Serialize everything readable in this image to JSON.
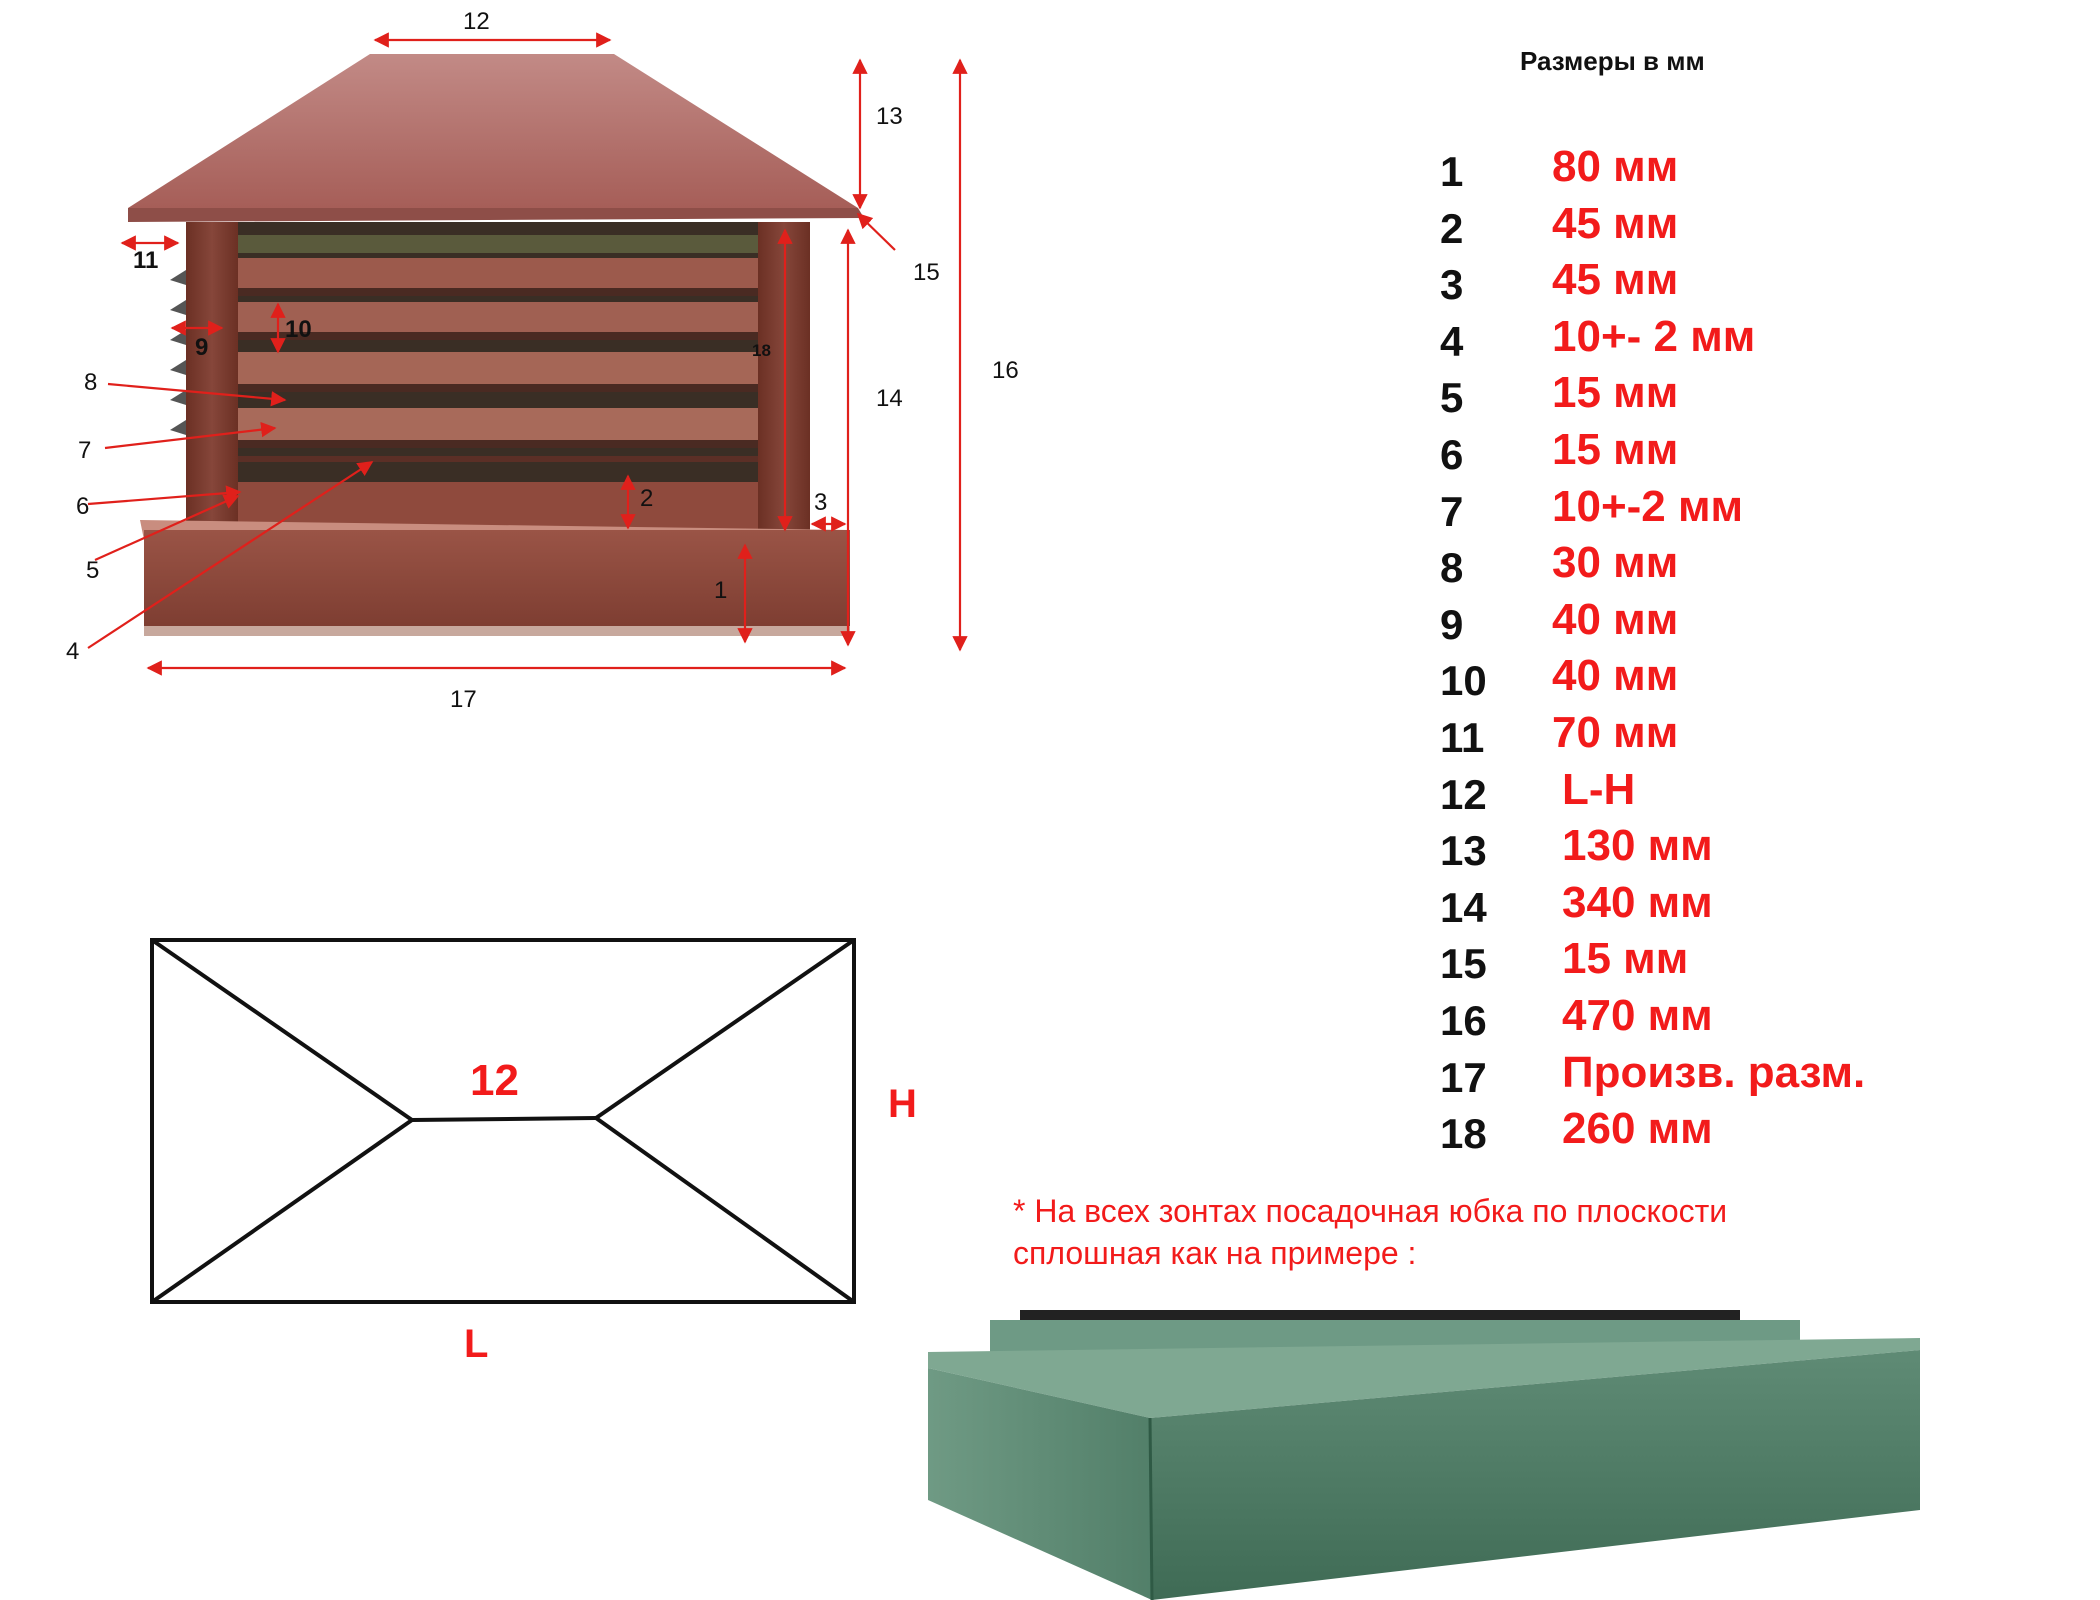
{
  "legend": {
    "heading": "Размеры в мм",
    "rows": [
      {
        "num": "1",
        "value": "80 мм"
      },
      {
        "num": "2",
        "value": "45 мм"
      },
      {
        "num": "3",
        "value": "45 мм"
      },
      {
        "num": "4",
        "value": "10+- 2 мм"
      },
      {
        "num": "5",
        "value": "15 мм"
      },
      {
        "num": "6",
        "value": "15 мм"
      },
      {
        "num": "7",
        "value": "10+-2 мм"
      },
      {
        "num": "8",
        "value": "30 мм"
      },
      {
        "num": "9",
        "value": "40 мм"
      },
      {
        "num": "10",
        "value": "40 мм"
      },
      {
        "num": "11",
        "value": "70 мм"
      },
      {
        "num": "12",
        "value": "L-H"
      },
      {
        "num": "13",
        "value": "130 мм"
      },
      {
        "num": "14",
        "value": "340 мм"
      },
      {
        "num": "15",
        "value": "15 мм"
      },
      {
        "num": "16",
        "value": "470 мм"
      },
      {
        "num": "17",
        "value": "Произв. разм."
      },
      {
        "num": "18",
        "value": "260 мм"
      }
    ]
  },
  "diagram_labels": {
    "l1": "1",
    "l2": "2",
    "l3": "3",
    "l4": "4",
    "l5": "5",
    "l6": "6",
    "l7": "7",
    "l8": "8",
    "l9": "9",
    "l10": "10",
    "l11": "11",
    "l12": "12",
    "l13": "13",
    "l14": "14",
    "l15": "15",
    "l16": "16",
    "l17": "17",
    "l18": "18"
  },
  "plan": {
    "center_label": "12",
    "length_label": "L",
    "height_label": "H"
  },
  "note": {
    "line1": "* На всех зонтах посадочная юбка по плоскости",
    "line2": "сплошная как на примере :"
  },
  "colors": {
    "roof": "#b5726f",
    "body": "#8f4a3d",
    "accent": "#f21b1b",
    "skirt": "#4f7c66"
  }
}
